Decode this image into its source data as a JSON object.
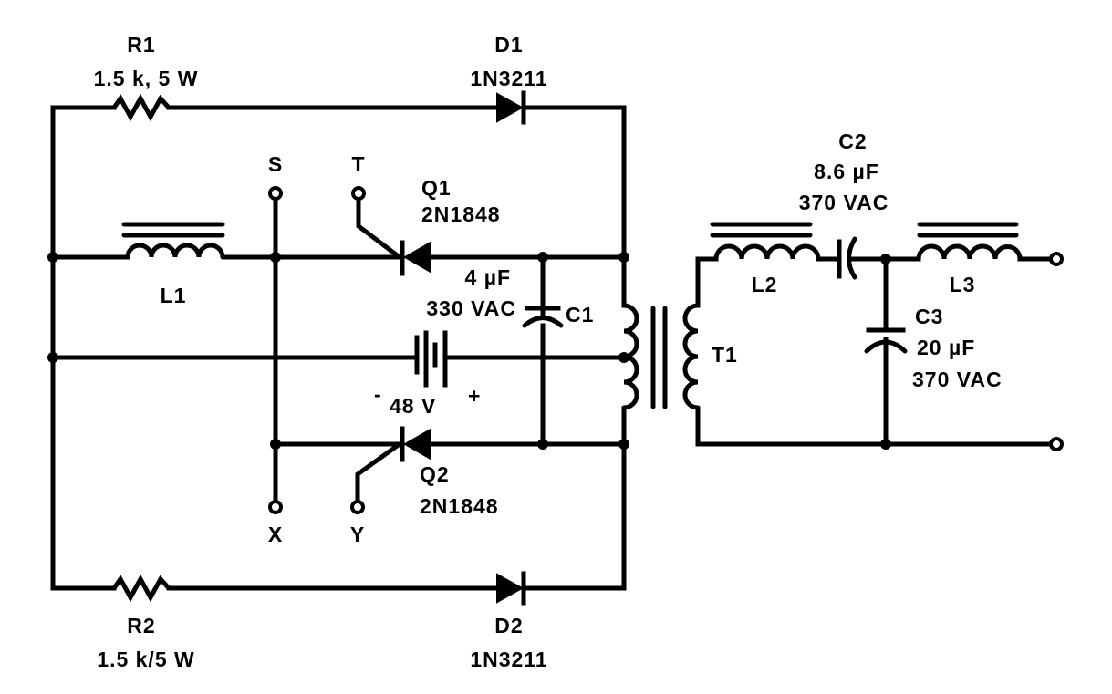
{
  "diagram": {
    "type": "circuit-schematic",
    "colors": {
      "ink": "#000000",
      "paper": "#ffffff"
    },
    "components": {
      "R1": {
        "ref": "R1",
        "value": "1.5 k, 5 W"
      },
      "D1": {
        "ref": "D1",
        "value": "1N3211"
      },
      "R2": {
        "ref": "R2",
        "value": "1.5 k/5 W"
      },
      "D2": {
        "ref": "D2",
        "value": "1N3211"
      },
      "L1": {
        "ref": "L1"
      },
      "Q1": {
        "ref": "Q1",
        "value": "2N1848"
      },
      "Q2": {
        "ref": "Q2",
        "value": "2N1848"
      },
      "C1": {
        "ref": "C1",
        "value": "4 µF",
        "rating": "330 VAC"
      },
      "battery": {
        "minus": "-",
        "value": "48 V",
        "plus": "+"
      },
      "T1": {
        "ref": "T1"
      },
      "L2": {
        "ref": "L2"
      },
      "C2": {
        "ref": "C2",
        "value": "8.6 µF",
        "rating": "370 VAC"
      },
      "L3": {
        "ref": "L3"
      },
      "C3": {
        "ref": "C3",
        "value": "20 µF",
        "rating": "370 VAC"
      }
    },
    "terminals": {
      "S": "S",
      "T": "T",
      "X": "X",
      "Y": "Y"
    }
  }
}
